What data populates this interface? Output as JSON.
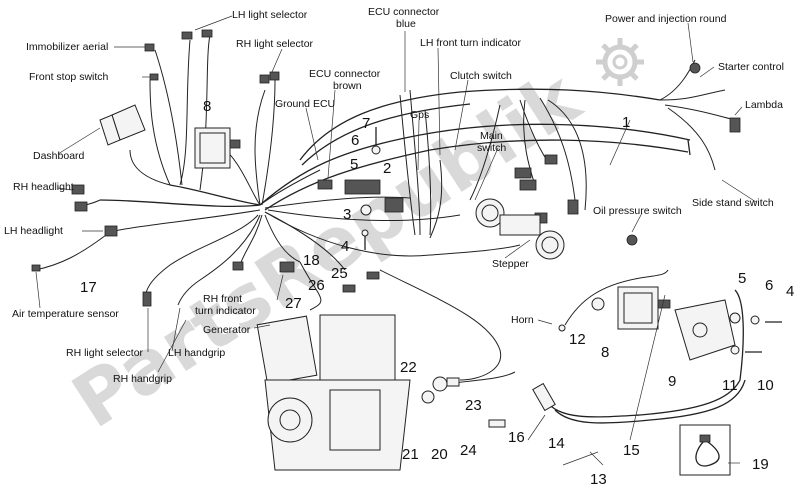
{
  "watermark": "PartsRepublik",
  "labels": {
    "lh_light_selector_top": "LH light selector",
    "immobilizer_aerial": "Immobilizer aerial",
    "rh_light_selector_top": "RH light selector",
    "ecu_connector_blue_1": "ECU connector",
    "ecu_connector_blue_2": "blue",
    "lh_front_turn_indicator": "LH front turn indicator",
    "power_injection_round": "Power and injection round",
    "starter_control": "Starter control",
    "lambda": "Lambda",
    "front_stop_switch": "Front stop switch",
    "ecu_connector_brown_1": "ECU connector",
    "ecu_connector_brown_2": "brown",
    "clutch_switch": "Clutch switch",
    "ground_ecu": "Ground ECU",
    "gps": "Gps",
    "main_switch_1": "Main",
    "main_switch_2": "switch",
    "dashboard": "Dashboard",
    "rh_headlight": "RH headlight",
    "lh_headlight": "LH headlight",
    "side_stand_switch": "Side stand switch",
    "oil_pressure_switch": "Oil pressure switch",
    "stepper": "Stepper",
    "air_temperature_sensor": "Air temperature sensor",
    "horn": "Horn",
    "rh_front_turn_1": "RH front",
    "rh_front_turn_2": "turn indicator",
    "generator": "Generator",
    "rh_light_selector_bottom": "RH light selector",
    "lh_handgrip": "LH handgrip",
    "rh_handgrip": "RH handgrip"
  },
  "callouts": {
    "n1": "1",
    "n2": "2",
    "n3": "3",
    "n4a": "4",
    "n4b": "4",
    "n5a": "5",
    "n5b": "5",
    "n6a": "6",
    "n6b": "6",
    "n7": "7",
    "n8a": "8",
    "n8b": "8",
    "n9": "9",
    "n10": "10",
    "n11": "11",
    "n12": "12",
    "n13": "13",
    "n14": "14",
    "n15": "15",
    "n16": "16",
    "n17": "17",
    "n18": "18",
    "n19": "19",
    "n20": "20",
    "n21": "21",
    "n22": "22",
    "n23": "23",
    "n24": "24",
    "n25": "25",
    "n26": "26",
    "n27": "27"
  },
  "icons": {
    "gear": "gear-icon"
  }
}
